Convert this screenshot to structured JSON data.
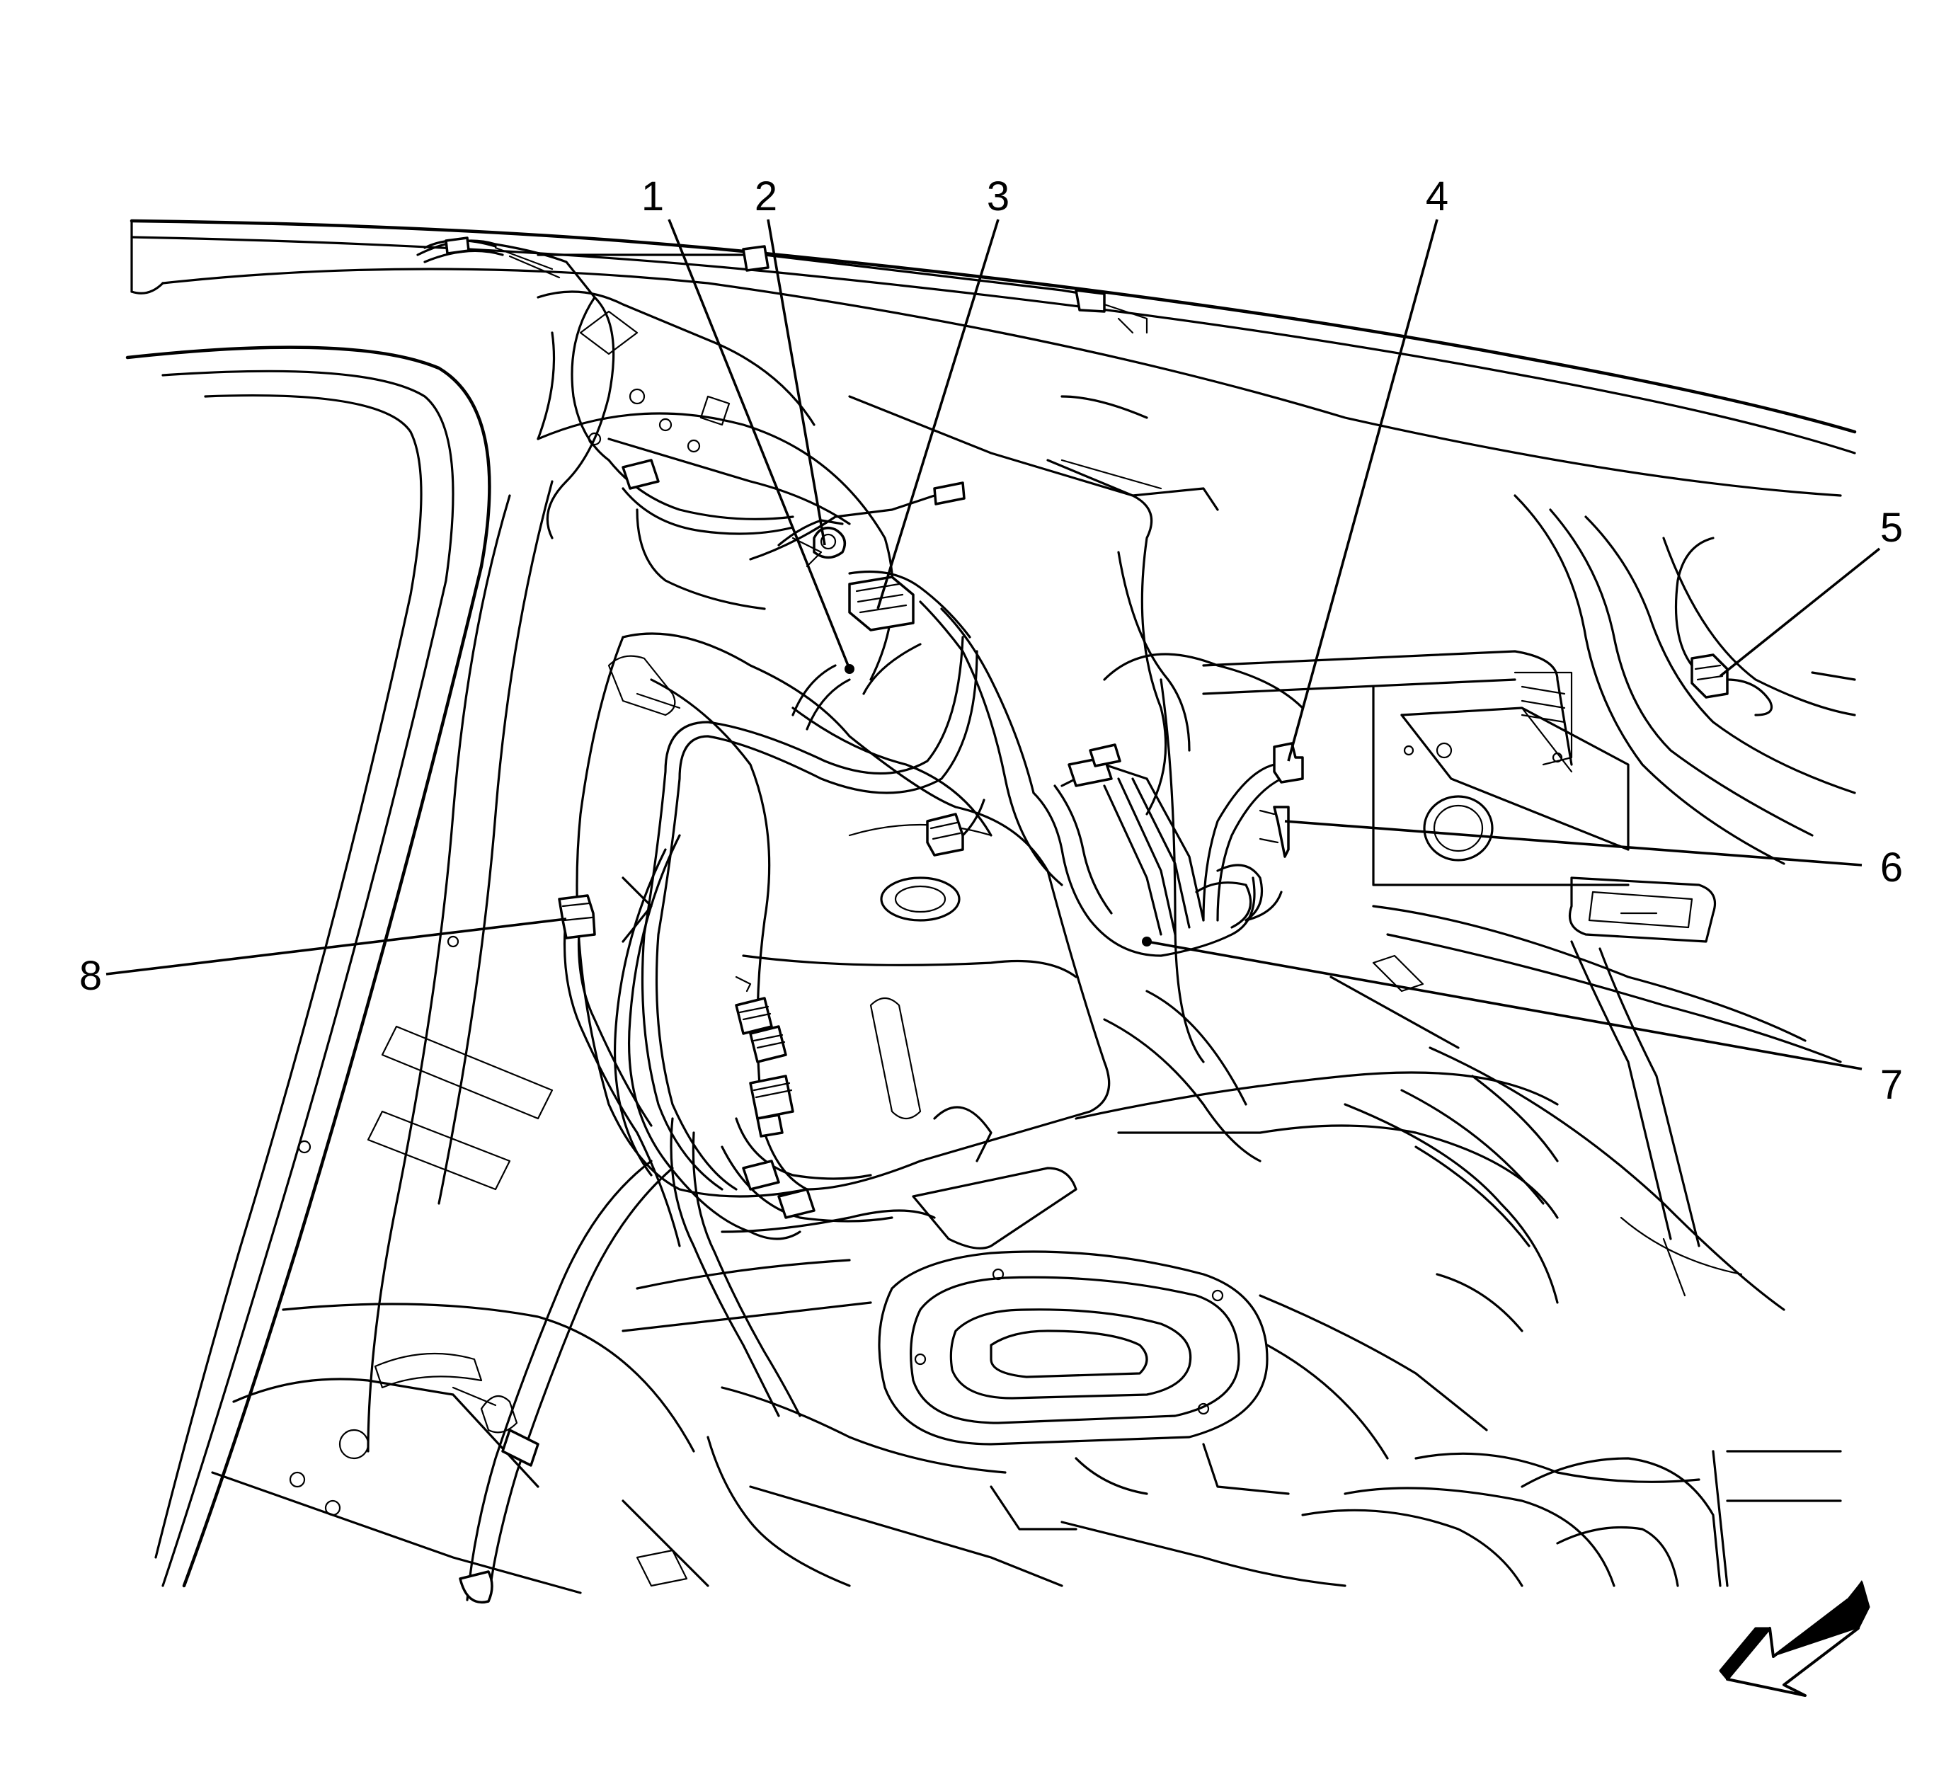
{
  "diagram": {
    "callouts": [
      {
        "id": "1",
        "label": "1"
      },
      {
        "id": "2",
        "label": "2"
      },
      {
        "id": "3",
        "label": "3"
      },
      {
        "id": "4",
        "label": "4"
      },
      {
        "id": "5",
        "label": "5"
      },
      {
        "id": "6",
        "label": "6"
      },
      {
        "id": "7",
        "label": "7"
      },
      {
        "id": "8",
        "label": "8"
      }
    ],
    "orientation_icon": "front-direction-arrow-icon",
    "colors": {
      "line": "#000000",
      "background": "#ffffff"
    }
  }
}
